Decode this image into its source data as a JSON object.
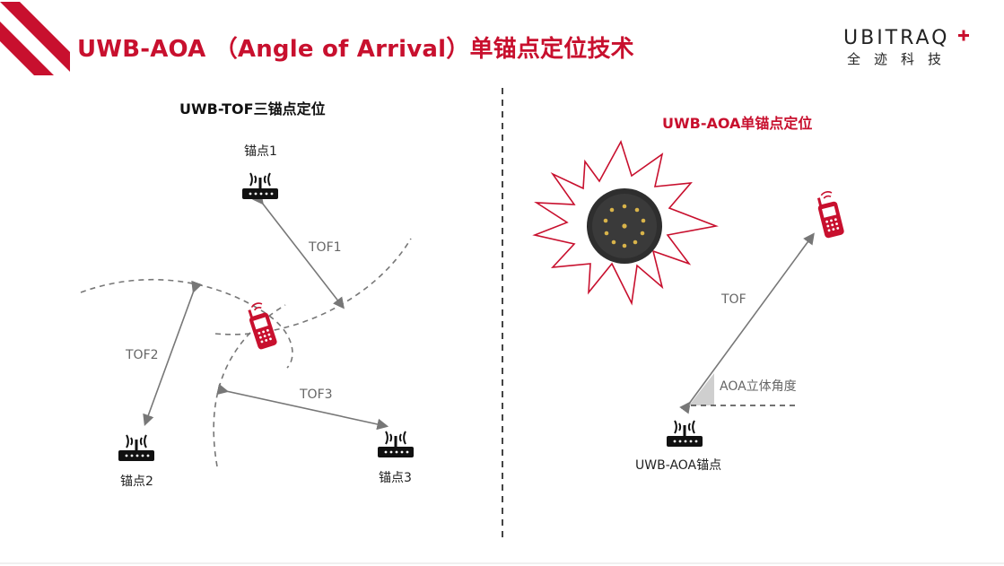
{
  "header": {
    "title": "UWB-AOA （Angle of Arrival）单锚点定位技术",
    "logo_en": "UBITRAQ",
    "logo_cn": "全迹科技"
  },
  "left_panel": {
    "subtitle": "UWB-TOF三锚点定位",
    "anchor1_label": "锚点1",
    "anchor2_label": "锚点2",
    "anchor3_label": "锚点3",
    "tof1_label": "TOF1",
    "tof2_label": "TOF2",
    "tof3_label": "TOF3"
  },
  "right_panel": {
    "subtitle": "UWB-AOA单锚点定位",
    "tof_label": "TOF",
    "angle_label": "AOA立体角度",
    "anchor_label": "UWB-AOA锚点"
  },
  "colors": {
    "accent": "#c8102e",
    "arrow": "#777777",
    "dashed": "#777777",
    "icon": "#111111"
  }
}
